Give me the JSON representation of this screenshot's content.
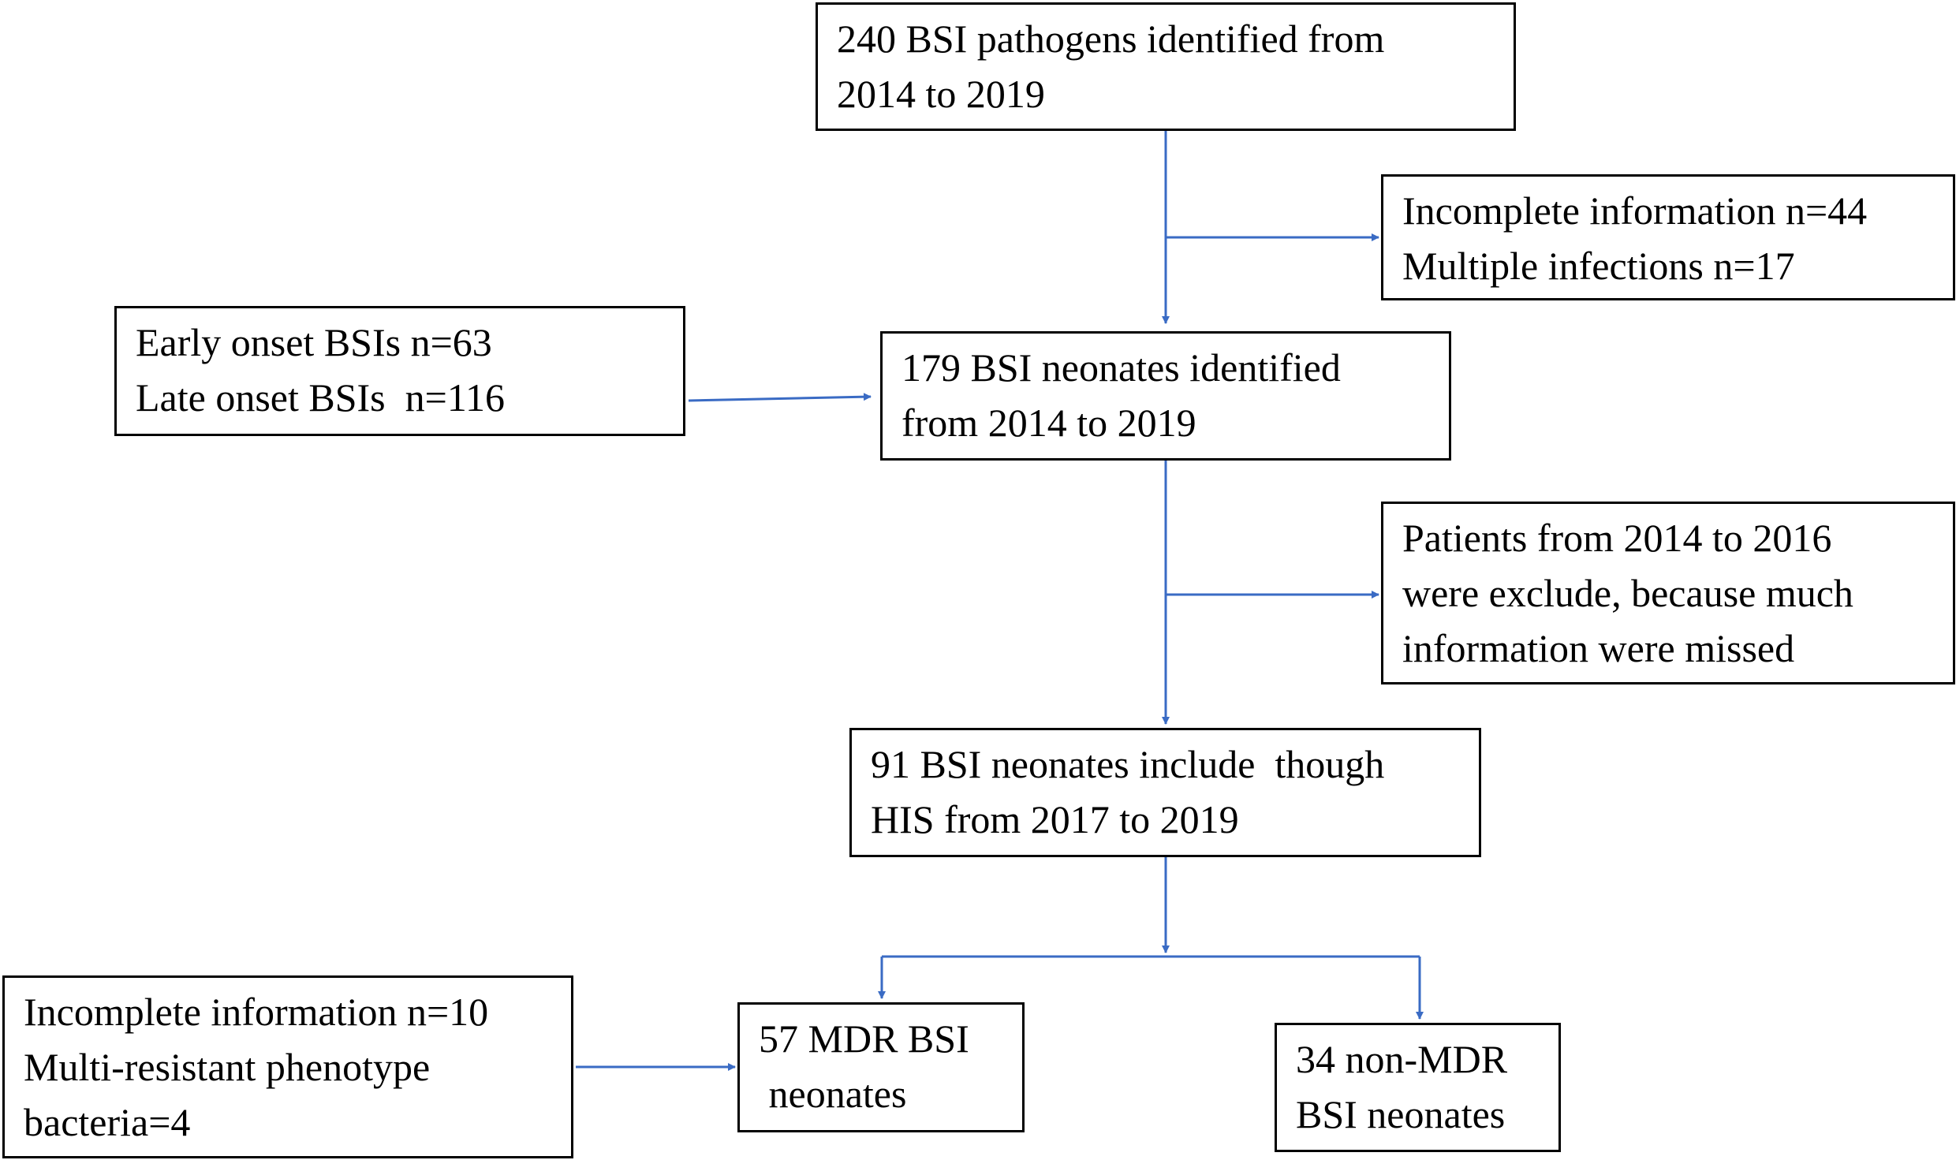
{
  "colors": {
    "box_border": "#000000",
    "connector": "#3a6bc4"
  },
  "boxes": {
    "pathogens": [
      "240 BSI pathogens identified from",
      "2014 to 2019"
    ],
    "excluded_1": [
      "Incomplete information n=44",
      "Multiple infections n=17"
    ],
    "onset": [
      "Early onset BSIs n=63",
      "Late onset BSIs  n=116"
    ],
    "neonates": [
      "179 BSI neonates identified",
      "from 2014 to 2019"
    ],
    "excluded_2": [
      "Patients from 2014 to 2016",
      "were exclude, because much",
      "information were missed"
    ],
    "included": [
      "91 BSI neonates include  though",
      "HIS from 2017 to 2019"
    ],
    "excluded_3": [
      "Incomplete information n=10",
      "Multi-resistant phenotype",
      "bacteria=4"
    ],
    "mdr": [
      "57 MDR BSI",
      " neonates"
    ],
    "non_mdr": [
      "34 non-MDR",
      "BSI neonates"
    ]
  }
}
